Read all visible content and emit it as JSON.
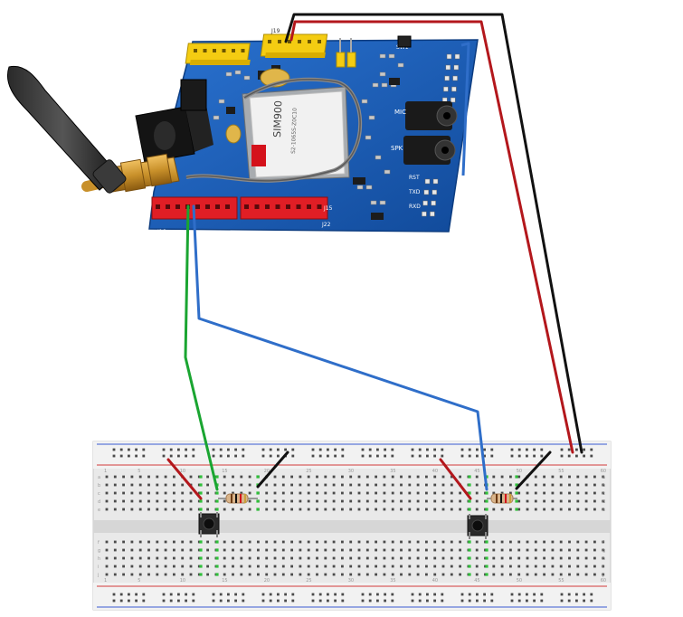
{
  "module": {
    "chip_label": "SIM900",
    "chip_sublabel": "S2-1065S-Z0C10",
    "header_labels": [
      "J16",
      "J19",
      "J22",
      "J15",
      "SW1",
      "RST",
      "TXD",
      "RXD",
      "MIC",
      "SPK"
    ]
  },
  "breadboard": {
    "row_letters_top": [
      "a",
      "b",
      "c",
      "d",
      "e"
    ],
    "row_letters_bottom": [
      "f",
      "g",
      "h",
      "i",
      "j"
    ],
    "column_numbers": [
      "1",
      "5",
      "10",
      "15",
      "20",
      "25",
      "30",
      "35",
      "40",
      "45",
      "50",
      "55",
      "60"
    ]
  },
  "colors": {
    "board_blue": "#1b5fb8",
    "header_red": "#e01e25",
    "header_yellow": "#f4cc12",
    "wire_green": "#1aa531",
    "wire_blue": "#2f6ec9",
    "wire_red": "#b3171c",
    "wire_black": "#111111",
    "rail_red": "#d33a3a",
    "rail_blue": "#3a5bd3"
  }
}
